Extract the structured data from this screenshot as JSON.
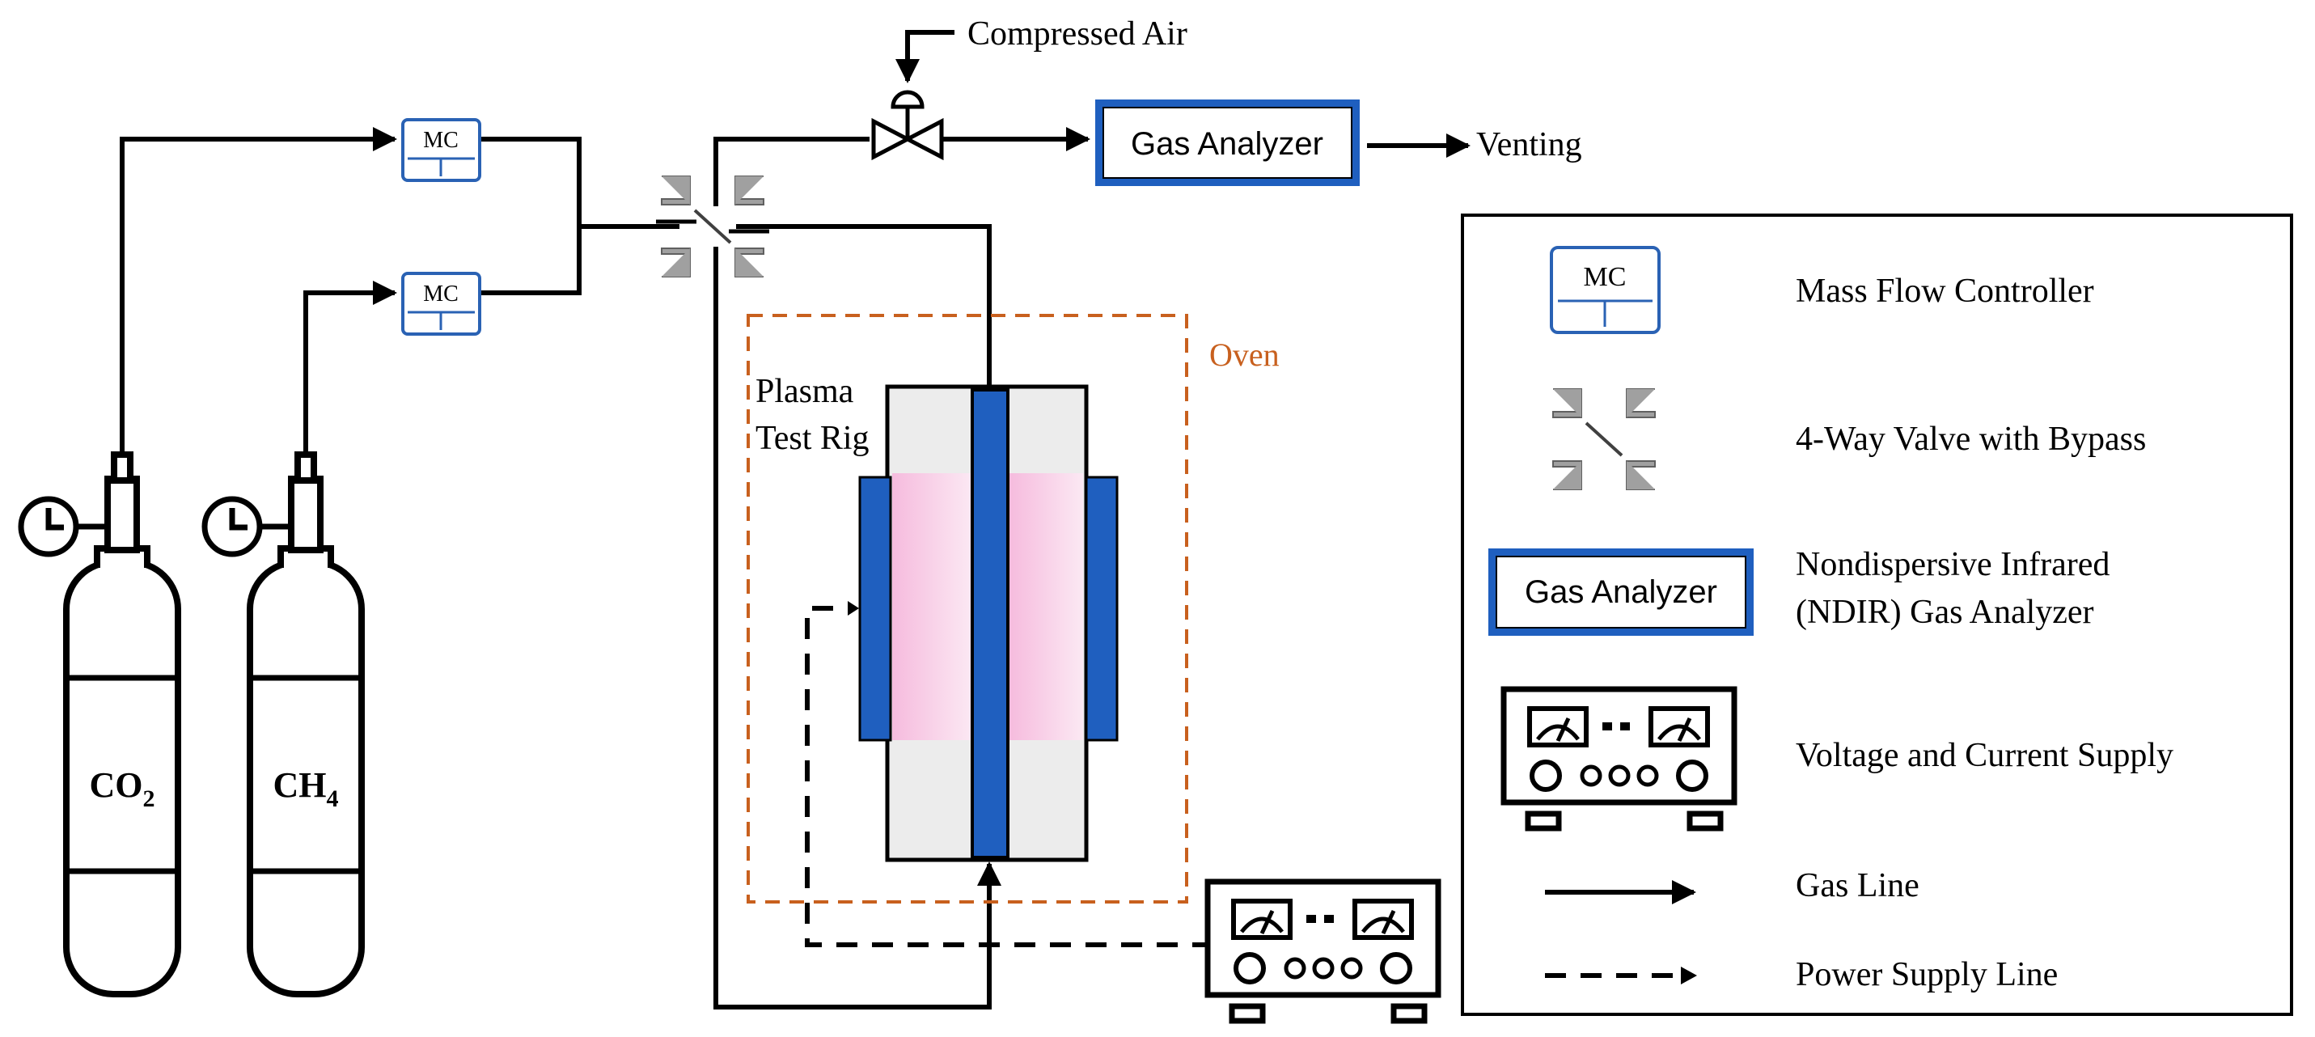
{
  "diagram": {
    "cylinders": [
      {
        "formula": "CO",
        "subscript": "2"
      },
      {
        "formula": "CH",
        "subscript": "4"
      }
    ],
    "mfc_label": "MC",
    "compressed_air": "Compressed Air",
    "gas_analyzer": "Gas Analyzer",
    "venting": "Venting",
    "oven": "Oven",
    "test_rig": [
      "Plasma",
      "Test Rig"
    ]
  },
  "legend": {
    "items": [
      {
        "symbol": "mass-flow-controller",
        "symbol_text": "MC",
        "label": [
          "Mass Flow Controller"
        ]
      },
      {
        "symbol": "4-way-valve",
        "label": [
          "4-Way Valve with Bypass"
        ]
      },
      {
        "symbol": "gas-analyzer",
        "symbol_text": "Gas Analyzer",
        "label": [
          "Nondispersive Infrared",
          "(NDIR) Gas Analyzer"
        ]
      },
      {
        "symbol": "power-supply",
        "label": [
          "Voltage and Current Supply"
        ]
      },
      {
        "symbol": "solid-arrow",
        "label": [
          "Gas Line"
        ]
      },
      {
        "symbol": "dashed-arrow",
        "label": [
          "Power Supply Line"
        ]
      }
    ]
  },
  "colors": {
    "electrode_blue": "#1f5fbf",
    "mfc_blue": "#2a62b4",
    "oven_orange": "#c8601e",
    "plasma_pink": "#f7b6dc",
    "tube_gray": "#ececec",
    "valve_gray": "#a0a0a0"
  }
}
